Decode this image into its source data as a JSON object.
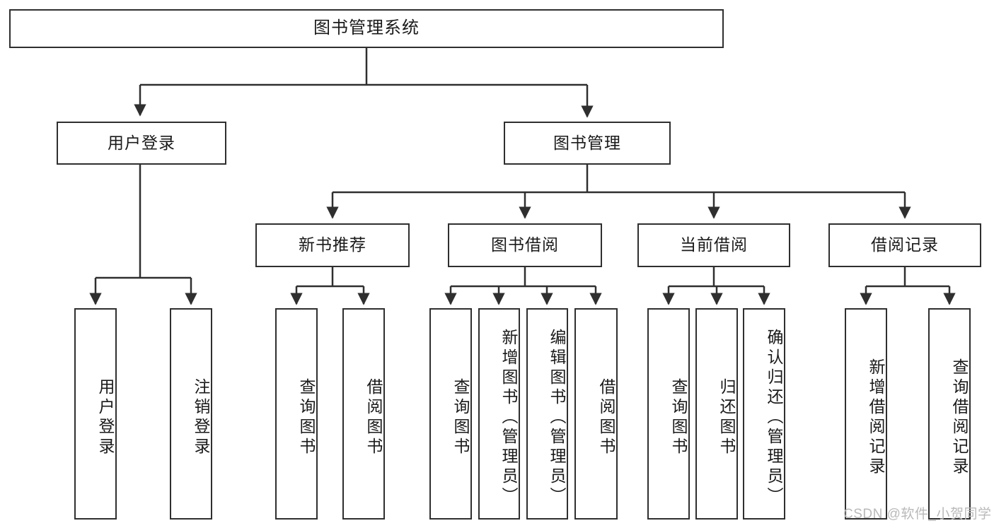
{
  "diagram": {
    "title": "图书管理系统",
    "root": {
      "label": "图书管理系统"
    },
    "level1": [
      {
        "label": "用户登录"
      },
      {
        "label": "图书管理"
      }
    ],
    "level2": [
      {
        "label": "新书推荐"
      },
      {
        "label": "图书借阅"
      },
      {
        "label": "当前借阅"
      },
      {
        "label": "借阅记录"
      }
    ],
    "leaves": {
      "user_login": [
        {
          "label": "用户登录"
        },
        {
          "label": "注销登录"
        }
      ],
      "new_book": [
        {
          "label": "查询图书"
        },
        {
          "label": "借阅图书"
        }
      ],
      "borrow_book": [
        {
          "label": "查询图书"
        },
        {
          "label": "新增图书（管理员）"
        },
        {
          "label": "编辑图书（管理员）"
        },
        {
          "label": "借阅图书"
        }
      ],
      "current_borrow": [
        {
          "label": "查询图书"
        },
        {
          "label": "归还图书"
        },
        {
          "label": "确认归还（管理员）"
        }
      ],
      "borrow_record": [
        {
          "label": "新增借阅记录"
        },
        {
          "label": "查询借阅记录"
        }
      ]
    },
    "watermark": "CSDN @软件_小贺同学",
    "colors": {
      "stroke": "#2f2f2f",
      "fill": "#ffffff",
      "text": "#1a1a1a",
      "watermark": "#b9b9b9"
    }
  }
}
